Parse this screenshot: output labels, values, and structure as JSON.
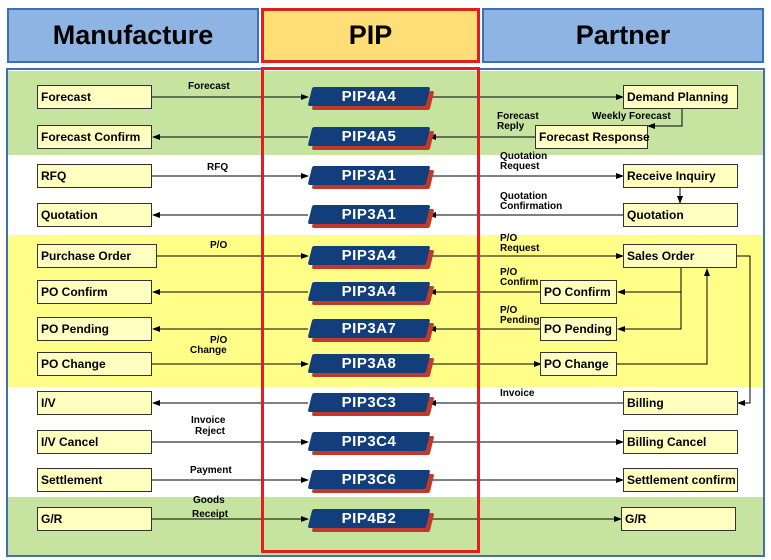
{
  "headers": {
    "manufacture": "Manufacture",
    "pip": "PIP",
    "partner": "Partner"
  },
  "colors": {
    "band_green": "#c6e3a0",
    "band_yellow": "#ffff88",
    "header_blue": "#8db4e2",
    "header_pip": "#ffdd77",
    "pip_frame": "#e02020",
    "pip_badge": "#123f7c",
    "box_fill": "#ffffc0"
  },
  "manufacture": [
    "Forecast",
    "Forecast Confirm",
    "RFQ",
    "Quotation",
    "Purchase Order",
    "PO Confirm",
    "PO Pending",
    "PO Change",
    "I/V",
    "I/V Cancel",
    "Settlement",
    "G/R"
  ],
  "pips": [
    "PIP4A4",
    "PIP4A5",
    "PIP3A1",
    "PIP3A1",
    "PIP3A4",
    "PIP3A4",
    "PIP3A7",
    "PIP3A8",
    "PIP3C3",
    "PIP3C4",
    "PIP3C6",
    "PIP4B2"
  ],
  "partner": {
    "demand_planning": "Demand Planning",
    "forecast_response": "Forecast Response",
    "receive_inquiry": "Receive Inquiry",
    "quotation": "Quotation",
    "sales_order": "Sales Order",
    "po_confirm": "PO Confirm",
    "po_pending": "PO Pending",
    "po_change": "PO Change",
    "billing": "Billing",
    "billing_cancel": "Billing Cancel",
    "settlement_confirm": "Settlement confirm",
    "gr": "G/R"
  },
  "left_labels": {
    "forecast": "Forecast",
    "rfq": "RFQ",
    "po": "P/O",
    "po_change_1": "P/O",
    "po_change_2": "Change",
    "invoice_reject_1": "Invoice",
    "invoice_reject_2": "Reject",
    "payment": "Payment",
    "goods_receipt_1": "Goods",
    "goods_receipt_2": "Receipt"
  },
  "right_labels": {
    "forecast_reply_1": "Forecast",
    "forecast_reply_2": "Reply",
    "weekly_forecast": "Weekly Forecast",
    "quotation_request_1": "Quotation",
    "quotation_request_2": "Request",
    "quotation_confirmation_1": "Quotation",
    "quotation_confirmation_2": "Confirmation",
    "po_request_1": "P/O",
    "po_request_2": "Request",
    "po_confirm_1": "P/O",
    "po_confirm_2": "Confirm",
    "po_pending_1": "P/O",
    "po_pending_2": "Pending",
    "invoice": "Invoice"
  }
}
